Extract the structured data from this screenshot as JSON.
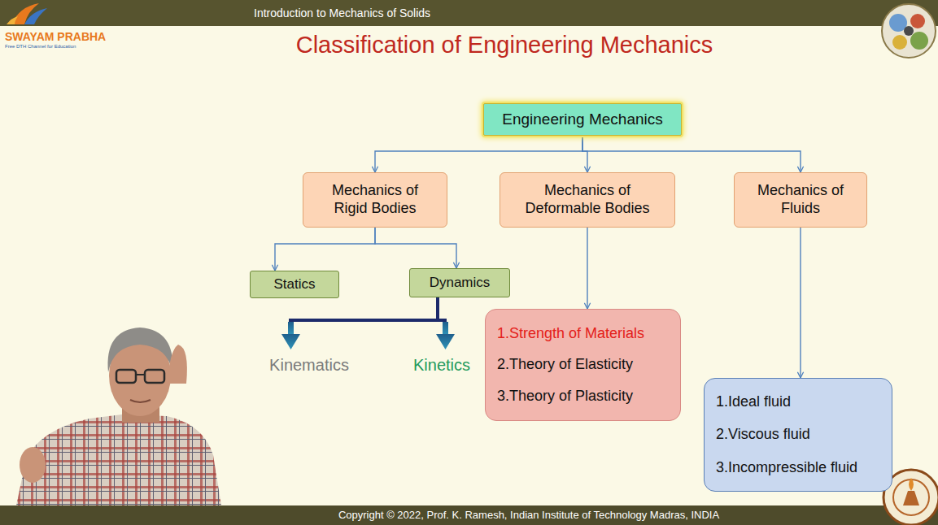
{
  "diagram": {
    "title": "Classification of Engineering Mechanics",
    "nodes": [
      {
        "text": [
          "Engineering Mechanics"
        ]
      },
      {
        "text": [
          "Mechanics of Rigid Bodies"
        ]
      },
      {
        "text": [
          "Mechanics of Deformable Bodies"
        ]
      },
      {
        "text": [
          "Mechanics of Fluids"
        ]
      },
      {
        "text": [
          "Statics"
        ]
      },
      {
        "text": [
          "Dynamics"
        ]
      },
      {
        "text": [
          "1.Strength of Materials",
          "2.Theory of Elasticity",
          "3.Theory of Plasticity"
        ]
      },
      {
        "text": [
          "1.Ideal fluid",
          "2.Viscous fluid",
          "3.Incompressible fluid"
        ]
      }
    ],
    "edges": [
      {
        "from": 0,
        "to": 1,
        "arrow": "to"
      },
      {
        "from": 0,
        "to": 2,
        "arrow": "to"
      },
      {
        "from": 0,
        "to": 3,
        "arrow": "to"
      },
      {
        "from": 1,
        "to": 4,
        "arrow": "to"
      },
      {
        "from": 1,
        "to": 5,
        "arrow": "to"
      },
      {
        "from": 2,
        "to": 6,
        "arrow": "to"
      },
      {
        "from": 3,
        "to": 7,
        "arrow": "to"
      }
    ],
    "labels": [
      "Introduction to Mechanics of Solids",
      "SWAYAM PRABHA",
      "Free DTH Channel for Education",
      "Kinematics",
      "Kinetics",
      "Copyright © 2022, Prof. K. Ramesh, Indian Institute of Technology Madras, INDIA"
    ]
  }
}
